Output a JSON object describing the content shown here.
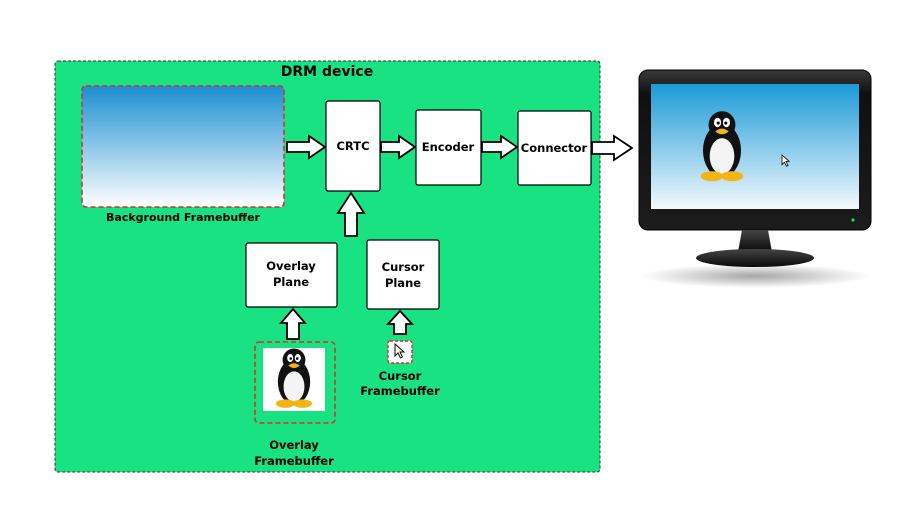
{
  "device": {
    "title": "DRM device"
  },
  "blocks": {
    "crtc": "CRTC",
    "encoder": "Encoder",
    "connector": "Connector",
    "overlay_plane": [
      "Overlay",
      "Plane"
    ],
    "cursor_plane": [
      "Cursor",
      "Plane"
    ]
  },
  "framebuffers": {
    "background": "Background Framebuffer",
    "overlay": [
      "Overlay",
      "Framebuffer"
    ],
    "cursor": [
      "Cursor",
      "Framebuffer"
    ]
  },
  "images": {
    "background_fb": "gradient-blue-image",
    "overlay_fb": "penguin-image",
    "cursor_fb": "mouse-cursor-icon",
    "display": "monitor-icon"
  },
  "colors": {
    "device_bg": "#18e282",
    "dashed_border": "#d9302f",
    "screen_top": "#1a8fd1",
    "screen_bottom": "#ffffff",
    "monitor": "#151515"
  }
}
